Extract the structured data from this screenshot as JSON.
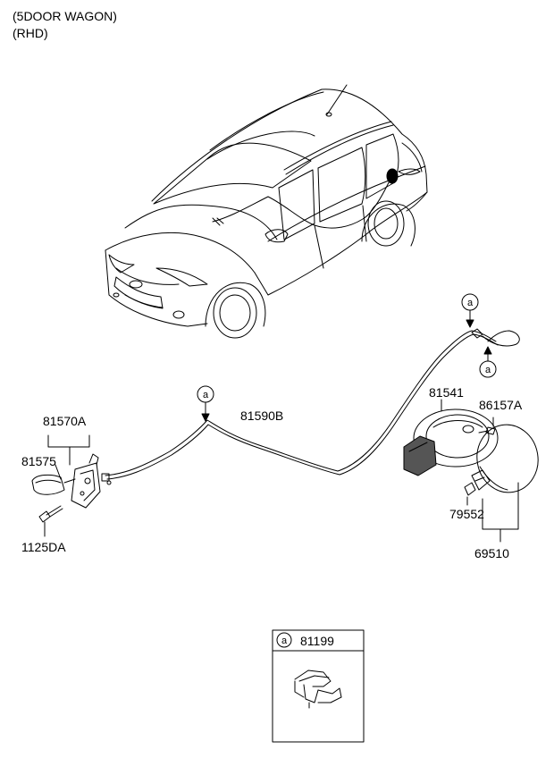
{
  "header": {
    "line1": "(5DOOR WAGON)",
    "line2": "(RHD)"
  },
  "callout_letter": "a",
  "parts": {
    "p81570A": "81570A",
    "p81575": "81575",
    "p1125DA": "1125DA",
    "p81590B": "81590B",
    "p81541": "81541",
    "p86157A": "86157A",
    "p79552": "79552",
    "p69510": "69510",
    "p81199": "81199"
  }
}
